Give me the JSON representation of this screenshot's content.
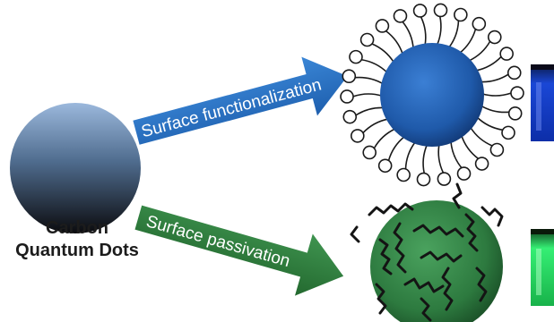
{
  "core_label": {
    "line1": "Carbon",
    "line2": "Quantum Dots"
  },
  "arrows": {
    "functionalization": {
      "label": "Surface functionalization",
      "color": "#2a6cb8"
    },
    "passivation": {
      "label": "Surface passivation",
      "color": "#2e7d3a"
    }
  },
  "colors": {
    "core_sphere_top": "#8fb0d6",
    "core_sphere_bottom": "#0d0d10",
    "functionalized_sphere": "#1f5fb4",
    "passivated_sphere": "#2f7d43",
    "ligand": "#1a1a1a",
    "vial_blue_glow": "#1d4fe0",
    "vial_green_glow": "#2ee06a"
  }
}
